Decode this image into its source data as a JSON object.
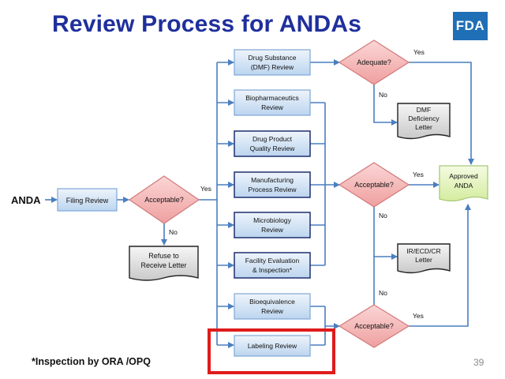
{
  "title": "Review Process for ANDAs",
  "logo": "FDA",
  "start": "ANDA",
  "boxes": {
    "filing": "Filing Review",
    "dmf_review": [
      "Drug Substance",
      "(DMF) Review"
    ],
    "biopharm": [
      "Biopharmaceutics",
      "Review"
    ],
    "drug_product": [
      "Drug Product",
      "Quality Review"
    ],
    "manufacturing": [
      "Manufacturing",
      "Process Review"
    ],
    "microbiology": [
      "Microbiology",
      "Review"
    ],
    "facility": [
      "Facility Evaluation",
      "& Inspection*"
    ],
    "bioequivalence": [
      "Bioequivalence",
      "Review"
    ],
    "labeling": "Labeling Review"
  },
  "decisions": {
    "acceptable1": "Acceptable?",
    "adequate": "Adequate?",
    "acceptable2": "Acceptable?",
    "acceptable3": "Acceptable?"
  },
  "documents": {
    "refuse": [
      "Refuse to",
      "Receive Letter"
    ],
    "dmf_deficiency": [
      "DMF",
      "Deficiency",
      "Letter"
    ],
    "ir_ecd": [
      "IR/ECD/CR",
      "Letter"
    ],
    "approved": [
      "Approved",
      "ANDA"
    ]
  },
  "edge_labels": {
    "yes": "Yes",
    "no": "No"
  },
  "footnote": "*Inspection by ORA /OPQ",
  "page_number": "39",
  "colors": {
    "title": "#1f2f9c",
    "box_fill_top": "#eef4fb",
    "box_fill_bottom": "#bcd5ef",
    "box_border": "#7ea6d6",
    "diamond_fill": "#f4b8b8",
    "diamond_border": "#d27a7a",
    "approved_fill": "#e8f5c8",
    "approved_border": "#a8c97a",
    "highlight": "#e01b1b",
    "connector": "#4a7fc0"
  }
}
